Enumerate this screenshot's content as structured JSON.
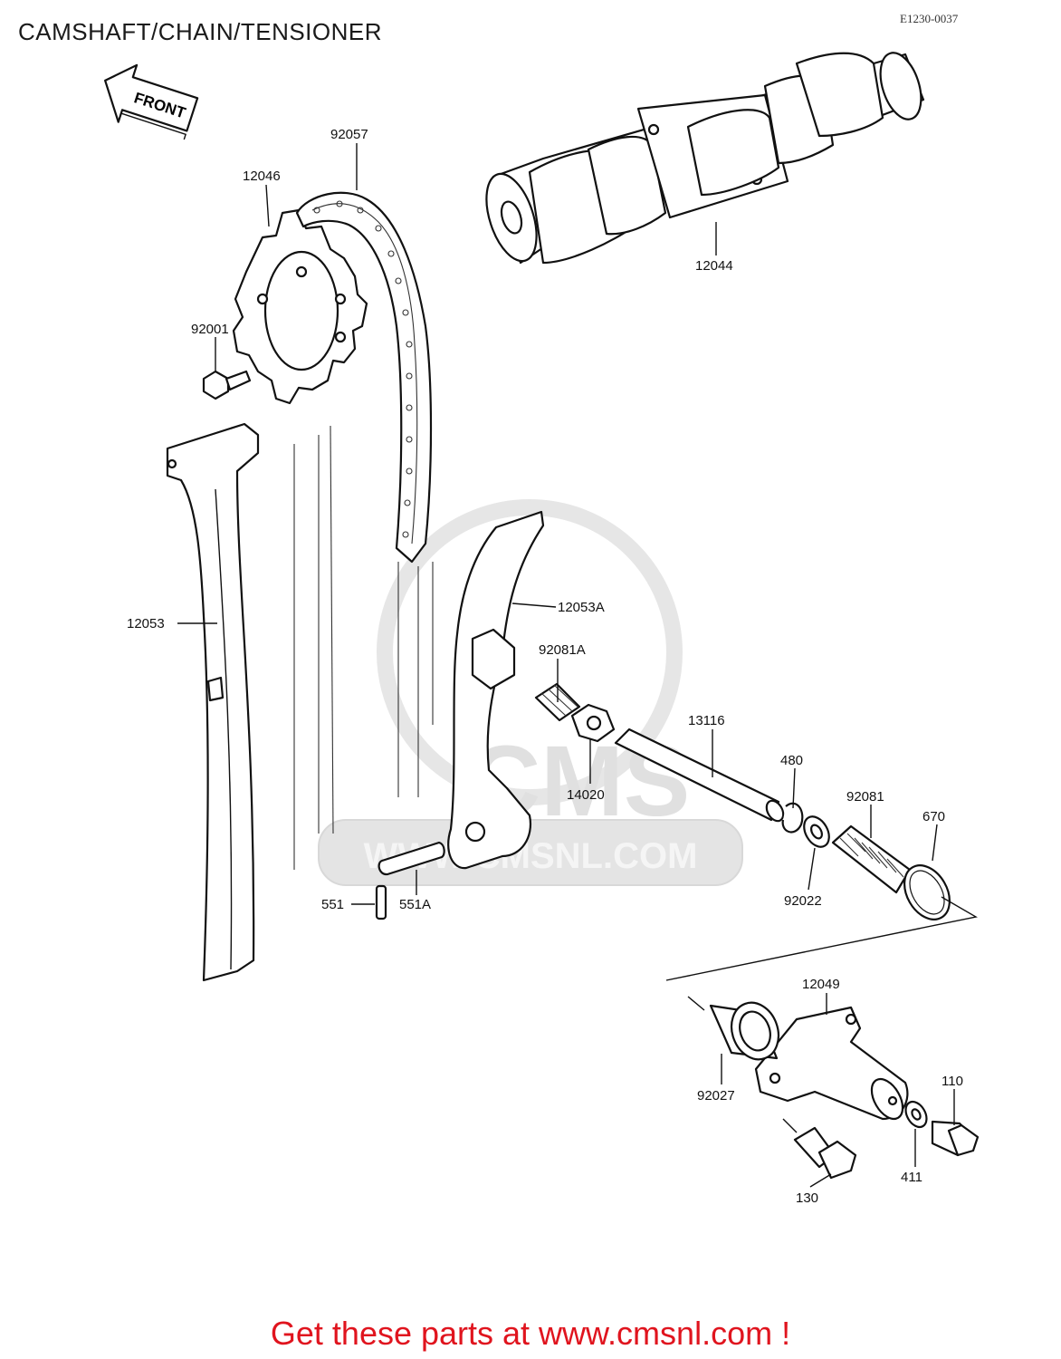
{
  "header": {
    "title": "CAMSHAFT/CHAIN/TENSIONER",
    "ref_code": "E1230-0037"
  },
  "front_arrow": {
    "label": "FRONT"
  },
  "watermark": {
    "logo": "CMS",
    "url": "WWW.CMSNL.COM"
  },
  "callouts": {
    "p92057": "92057",
    "p12046": "12046",
    "p12044": "12044",
    "p92001": "92001",
    "p12053": "12053",
    "p12053A": "12053A",
    "p92081A": "92081A",
    "p13116": "13116",
    "p14020": "14020",
    "p480": "480",
    "p92081": "92081",
    "p670": "670",
    "p92022": "92022",
    "p551": "551",
    "p551A": "551A",
    "p12049": "12049",
    "p92027": "92027",
    "p110": "110",
    "p411": "411",
    "p130": "130"
  },
  "footer": {
    "cta": "Get these parts at www.cmsnl.com !"
  }
}
